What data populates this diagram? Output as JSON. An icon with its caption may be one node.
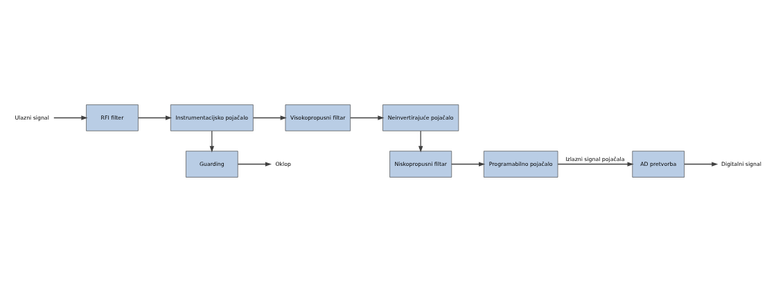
{
  "diagram": {
    "nodes": [
      {
        "text": [
          "Ulazni signal"
        ]
      },
      {
        "text": [
          "RFI filter"
        ]
      },
      {
        "text": [
          "Instrumentacijsko pojačalo"
        ]
      },
      {
        "text": [
          "Visokopropusni filtar"
        ]
      },
      {
        "text": [
          "Neinvertirajuće pojačalo"
        ]
      },
      {
        "text": [
          "Guarding"
        ]
      },
      {
        "text": [
          "Oklop"
        ]
      },
      {
        "text": [
          "Niskopropusni filtar"
        ]
      },
      {
        "text": [
          "Programabilno pojačalo"
        ]
      },
      {
        "text": [
          "AD pretvorba"
        ]
      },
      {
        "text": [
          "Digitalni signal"
        ]
      }
    ],
    "edges": [
      {
        "from": 0,
        "to": 1,
        "arrow": "to"
      },
      {
        "from": 1,
        "to": 2,
        "arrow": "to"
      },
      {
        "from": 2,
        "to": 3,
        "arrow": "to"
      },
      {
        "from": 3,
        "to": 4,
        "arrow": "to"
      },
      {
        "from": 2,
        "to": 5,
        "arrow": "to"
      },
      {
        "from": 5,
        "to": 6,
        "arrow": "to"
      },
      {
        "from": 4,
        "to": 7,
        "arrow": "to"
      },
      {
        "from": 7,
        "to": 8,
        "arrow": "to"
      },
      {
        "from": 8,
        "to": 9,
        "arrow": "to",
        "label": "Izlazni signal pojačala"
      },
      {
        "from": 9,
        "to": 10,
        "arrow": "to"
      }
    ]
  }
}
